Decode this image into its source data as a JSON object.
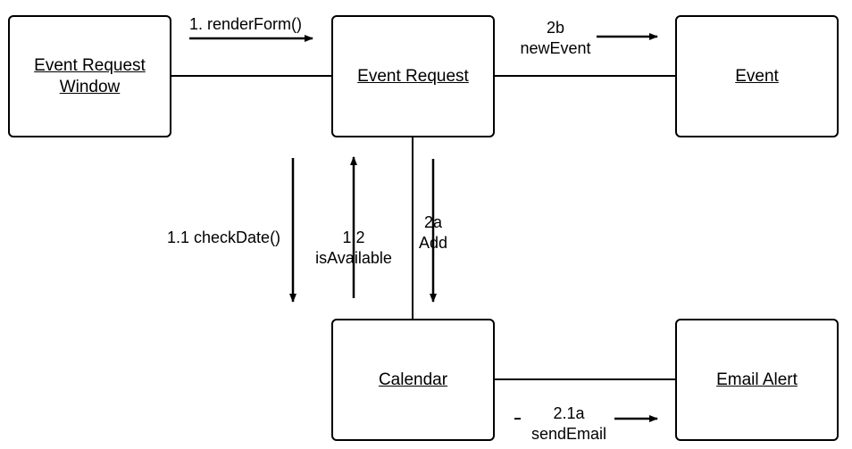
{
  "objects": {
    "event_request_window": "Event Request\nWindow",
    "event_request": "Event Request",
    "event": "Event",
    "calendar": "Calendar",
    "email_alert": "Email Alert"
  },
  "messages": {
    "render_form": "1. renderForm()",
    "new_event_num": "2b",
    "new_event_name": "newEvent",
    "check_date": "1.1 checkDate()",
    "is_available_num": "1.2",
    "is_available_name": "isAvailable",
    "add_num": "2a",
    "add_name": "Add",
    "send_email_num": "2.1a",
    "send_email_name": "sendEmail"
  },
  "colors": {
    "line": "#000000",
    "background": "#ffffff"
  }
}
